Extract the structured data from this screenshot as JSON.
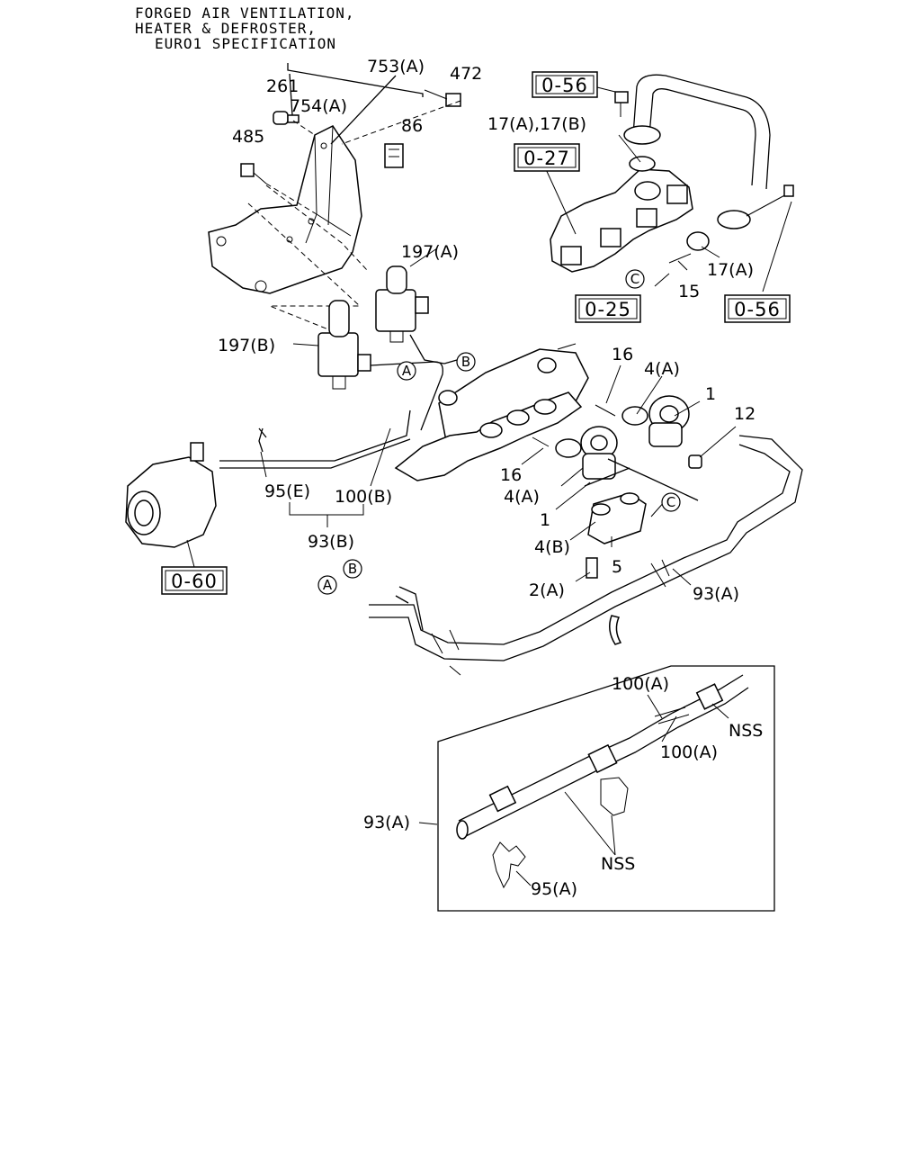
{
  "title": {
    "line1": "FORGED AIR VENTILATION,",
    "line2": "HEATER & DEFROSTER,",
    "line3": "EURO1 SPECIFICATION"
  },
  "refs": {
    "r0_56_top": "0-56",
    "r0_27": "0-27",
    "r0_56_right": "0-56",
    "r0_25": "0-25",
    "r0_60": "0-60"
  },
  "connectors": {
    "a": "A",
    "b": "B",
    "c": "C"
  },
  "labels": {
    "l753a": "753(A)",
    "l472": "472",
    "l261": "261",
    "l754a": "754(A)",
    "l86": "86",
    "l485": "485",
    "l17ab": "17(A),17(B)",
    "l197a": "197(A)",
    "l197b": "197(B)",
    "l17a": "17(A)",
    "l15": "15",
    "l16_top": "16",
    "l4a_top": "4(A)",
    "l1_top": "1",
    "l12": "12",
    "l16_bot": "16",
    "l4a_bot": "4(A)",
    "l1_bot": "1",
    "l4b": "4(B)",
    "l5": "5",
    "l2a": "2(A)",
    "l93a": "93(A)",
    "l95e": "95(E)",
    "l100b": "100(B)",
    "l93b": "93(B)",
    "l100a_1": "100(A)",
    "l100a_2": "100(A)",
    "lnss_1": "NSS",
    "l93a_detail": "93(A)",
    "lnss_2": "NSS",
    "l95a": "95(A)"
  }
}
